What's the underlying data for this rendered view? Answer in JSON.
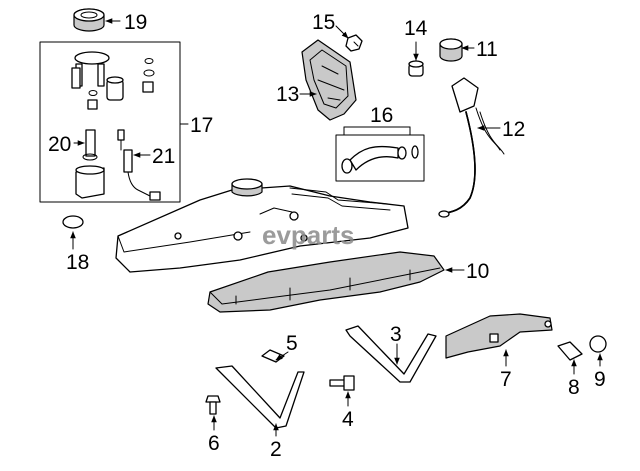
{
  "watermark": "evparts",
  "callouts": [
    "19",
    "17",
    "20",
    "21",
    "18",
    "15",
    "13",
    "14",
    "11",
    "16",
    "12",
    "10",
    "5",
    "3",
    "7",
    "8",
    "9",
    "6",
    "2",
    "4"
  ],
  "colors": {
    "line": "#000000",
    "shade": "#c9c9c9",
    "background": "#ffffff"
  }
}
